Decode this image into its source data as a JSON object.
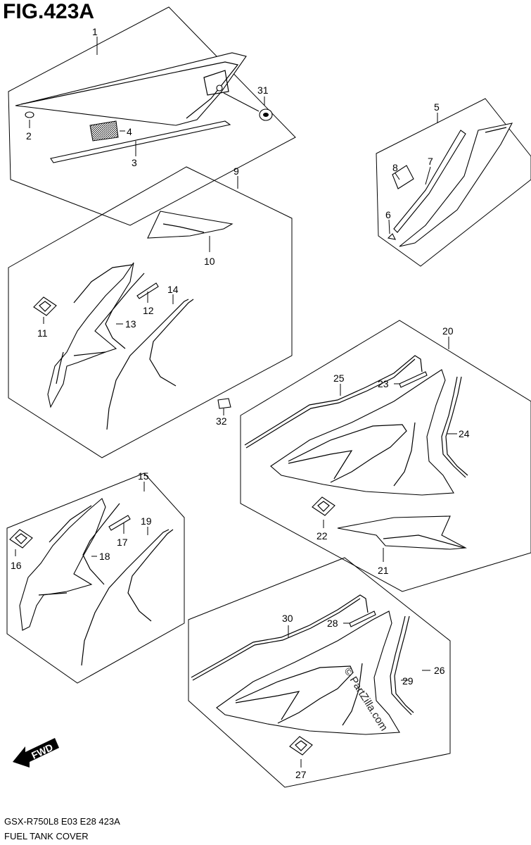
{
  "figure": {
    "title": "FIG.423A",
    "model_line": "GSX-R750L8  E03  E28  423A",
    "subtitle": "FUEL TANK COVER",
    "watermark": "© PartZilla.com",
    "fwd_label": "FWD"
  },
  "callouts": {
    "p1": "1",
    "p2": "2",
    "p3": "3",
    "p4": "4",
    "p5": "5",
    "p6": "6",
    "p7": "7",
    "p8": "8",
    "p9": "9",
    "p10": "10",
    "p11": "11",
    "p12": "12",
    "p13": "13",
    "p14": "14",
    "p15": "15",
    "p16": "16",
    "p17": "17",
    "p18": "18",
    "p19": "19",
    "p20": "20",
    "p21": "21",
    "p22": "22",
    "p23": "23",
    "p24": "24",
    "p25": "25",
    "p26": "26",
    "p27": "27",
    "p28": "28",
    "p29": "29",
    "p30": "30",
    "p31": "31",
    "p32": "32"
  }
}
